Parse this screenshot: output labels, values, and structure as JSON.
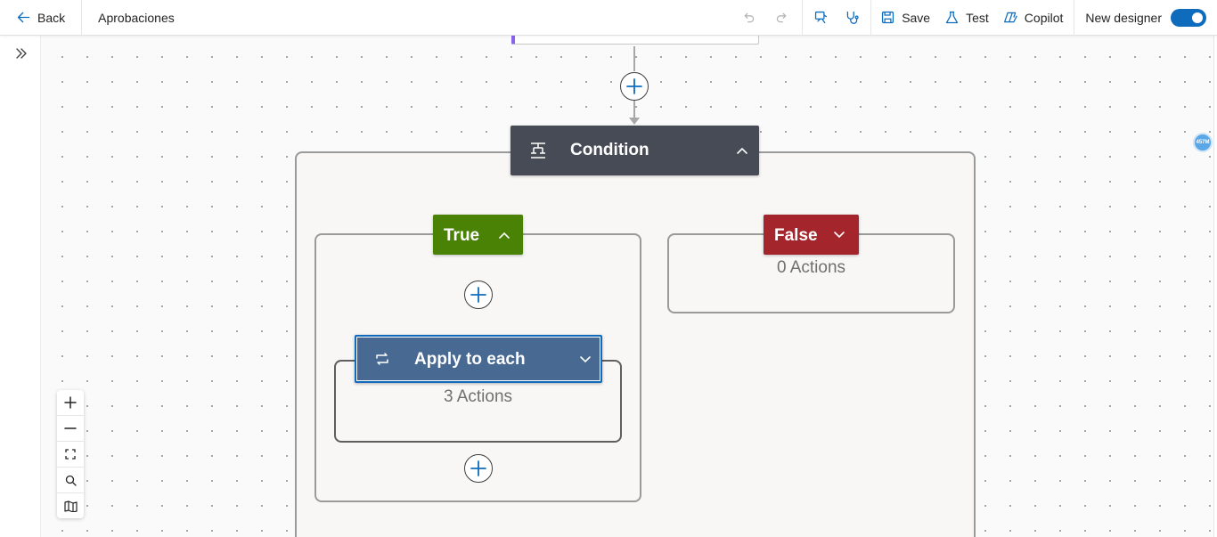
{
  "toolbar": {
    "back_label": "Back",
    "flow_title": "Aprobaciones",
    "save_label": "Save",
    "test_label": "Test",
    "copilot_label": "Copilot",
    "new_designer_label": "New designer",
    "new_designer_on": true
  },
  "canvas": {
    "condition": {
      "label": "Condition"
    },
    "true_branch": {
      "label": "True"
    },
    "false_branch": {
      "label": "False",
      "summary": "0 Actions"
    },
    "apply_to_each": {
      "label": "Apply to each",
      "summary": "3 Actions"
    }
  },
  "badge": {
    "text": "457M"
  },
  "colors": {
    "accent": "#0f6cbd",
    "condition_header": "#474b55",
    "true_header": "#498205",
    "false_header": "#a4262c",
    "loop_header": "#486991",
    "loop_selected_border": "#0f6cbd",
    "connector": "#a8a8a8"
  },
  "icons": [
    "back-arrow-icon",
    "undo-icon",
    "redo-icon",
    "flow-checker-icon",
    "stethoscope-icon",
    "save-icon",
    "flask-icon",
    "copilot-icon",
    "expand-rail-icon",
    "condition-icon",
    "loop-icon",
    "plus-icon",
    "zoom-in-icon",
    "zoom-out-icon",
    "fit-view-icon",
    "search-icon",
    "minimap-icon"
  ]
}
